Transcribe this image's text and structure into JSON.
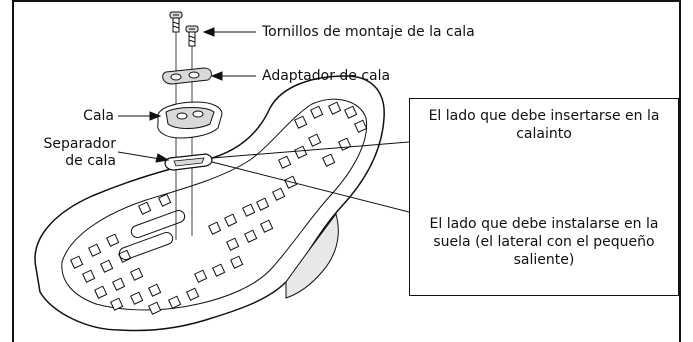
{
  "labels": {
    "mounting_screws": "Tornillos de montaje de la cala",
    "cleat_adapter": "Adaptador de cala",
    "cleat": "Cala",
    "cleat_spacer_line1": "Separador",
    "cleat_spacer_line2": "de cala"
  },
  "callout": {
    "top_text": "El lado que debe insertarse en la calainto",
    "bottom_text": "El lado que debe instalarse en la suela (el lateral con el pequeño saliente)"
  },
  "colors": {
    "line": "#111111",
    "background": "#ffffff",
    "shade": "#d9d9d9"
  }
}
